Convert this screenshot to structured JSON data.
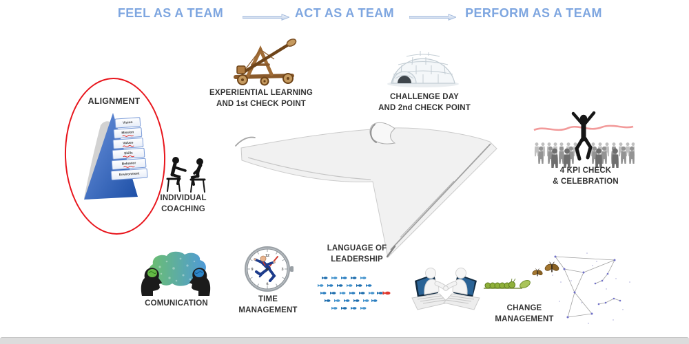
{
  "colors": {
    "header_blue": "#7EA6E0",
    "label_dark": "#333333",
    "oval_red": "#E8151C",
    "pyramid_blue": "#2C5FB3",
    "fish_blue": "#1E6FAE",
    "fish_red": "#E0392E",
    "ribbon_red": "#F29A9A",
    "bottom_bar_gray": "#DCDCDC"
  },
  "header": {
    "phases": [
      {
        "label": "FEEL AS A TEAM"
      },
      {
        "label": "ACT AS A TEAM"
      },
      {
        "label": "PERFORM AS A TEAM"
      }
    ]
  },
  "alignment": {
    "label": "ALIGNMENT",
    "pyramid_levels": [
      "Vision",
      "Mission",
      "Values",
      "Skills",
      "Behavior",
      "Environment"
    ]
  },
  "nodes": {
    "individual_coaching": {
      "line1": "INDIVIDUAL",
      "line2": "COACHING"
    },
    "experiential_learning": {
      "line1": "EXPERIENTIAL LEARNING",
      "line2": "AND 1st CHECK POINT"
    },
    "challenge_day": {
      "line1": "CHALLENGE DAY",
      "line2": "AND 2nd CHECK POINT"
    },
    "kpi_check": {
      "line1": "4 KPI CHECK",
      "line2": "& CELEBRATION"
    },
    "comunication": {
      "line1": "COMUNICATION"
    },
    "time_management": {
      "line1": "TIME",
      "line2": "MANAGEMENT"
    },
    "language_of_leadership": {
      "line1": "LANGUAGE OF",
      "line2": "LEADERSHIP"
    },
    "change_management": {
      "line1": "CHANGE",
      "line2": "MANAGEMENT"
    }
  },
  "clock_numerals": {
    "n12": "12",
    "n3": "3",
    "n6": "6",
    "n9": "9"
  },
  "icons": [
    "flow-arrow-icon",
    "red-ellipse-highlight",
    "alignment-pyramid-illustration",
    "coaching-pictogram",
    "catapult-illustration",
    "igloo-illustration",
    "finish-line-crowd-illustration",
    "brain-communication-illustration",
    "clock-runner-illustration",
    "fish-school-illustration",
    "handshake-laptops-illustration",
    "caterpillar-butterfly-illustration",
    "constellation-illustration",
    "sketch-arrow-icon"
  ]
}
